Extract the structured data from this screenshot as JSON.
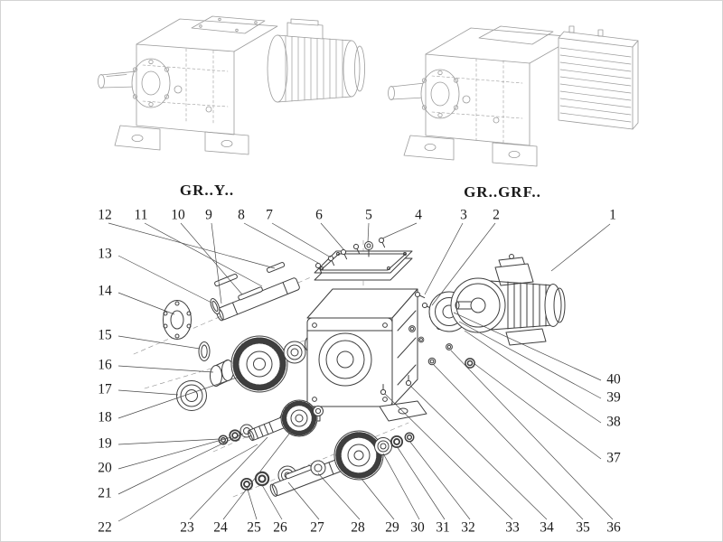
{
  "diagram": {
    "model_left": "GR..Y..",
    "model_right": "GR..GRF.."
  },
  "callouts": [
    "12",
    "11",
    "10",
    "9",
    "8",
    "7",
    "6",
    "5",
    "4",
    "3",
    "2",
    "1",
    "13",
    "14",
    "15",
    "16",
    "17",
    "18",
    "19",
    "20",
    "21",
    "22",
    "23",
    "24",
    "25",
    "26",
    "27",
    "28",
    "29",
    "30",
    "31",
    "32",
    "33",
    "34",
    "35",
    "36",
    "40",
    "39",
    "38",
    "37"
  ],
  "colors": {
    "text": "#1a1a1a",
    "line_art_light": "#9b9b9b",
    "line_art_dark": "#3e3e3e",
    "leader": "#4a4a4a"
  }
}
